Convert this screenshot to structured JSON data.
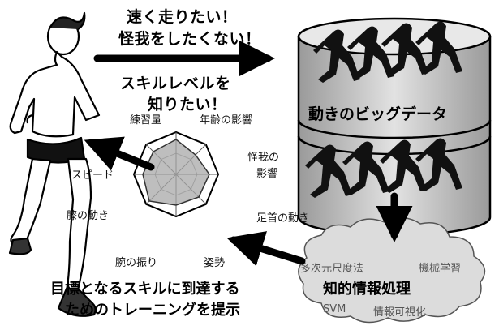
{
  "headline": {
    "line1": "速く走りたい！",
    "line2": "怪我をしたくない！",
    "line3": "スキルレベルを",
    "line4": "知りたい！"
  },
  "database": {
    "label": "動きのビッグデータ"
  },
  "radar": {
    "axes": [
      "練習量",
      "年齢の影響",
      "怪我の影響",
      "足首の動き",
      "姿勢",
      "腕の振り",
      "膝の動き",
      "スピード"
    ]
  },
  "cloud": {
    "title": "知的情報処理",
    "methods": [
      "多次元尺度法",
      "機械学習",
      "SVM",
      "情報可視化"
    ]
  },
  "bottom_message": {
    "line1": "目標となるスキルに到達する",
    "line2": "ためのトレーニングを提示"
  },
  "colors": {
    "ink": "#000000",
    "radar_fill": "#a8a8a8",
    "cloud_fill": "#dcdcdc",
    "db_fill": "#d0d0d0"
  }
}
